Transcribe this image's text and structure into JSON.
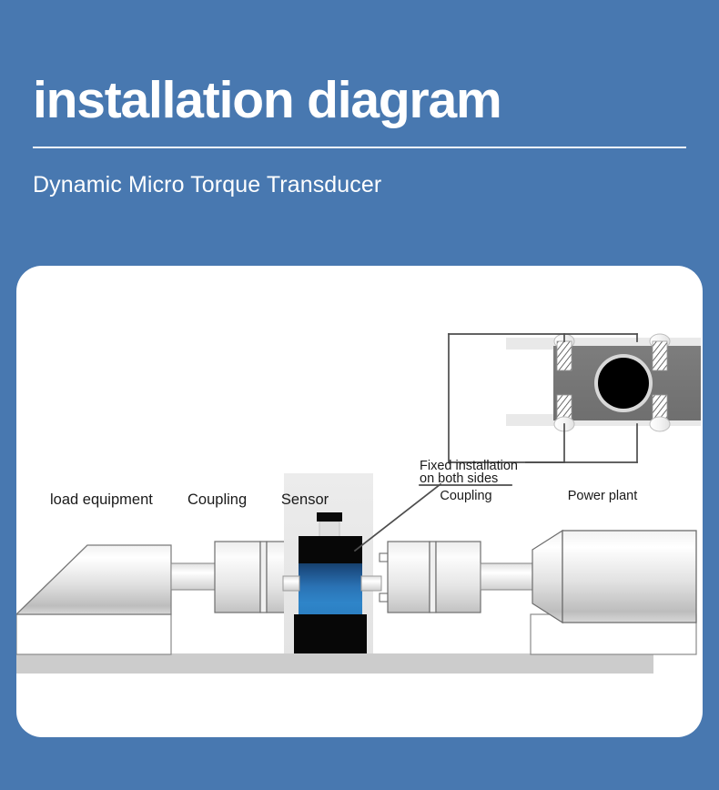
{
  "header": {
    "title": "installation diagram",
    "subtitle": "Dynamic Micro Torque Transducer"
  },
  "colors": {
    "background": "#4878b0",
    "card": "#ffffff",
    "title_text": "#ffffff",
    "label_text": "#1a1a1a",
    "ground_bar": "#cccccc",
    "metal_light": "#fdfdfd",
    "metal_mid": "#c9c9c9",
    "metal_edge": "#6e6e6e",
    "sensor_black": "#050505",
    "sensor_blue_top": "#1b4775",
    "sensor_blue_mid": "#2f7cc0",
    "sensor_blue_bottom": "#2e88cf",
    "detail_plate": "#767676",
    "detail_rail": "#e9e9e9",
    "detail_bore": "#000000",
    "leader_line": "#4d4d4d"
  },
  "diagram": {
    "labels": {
      "load_equipment": "load equipment",
      "coupling_left": "Coupling",
      "sensor": "Sensor",
      "fixed_installation_line1": "Fixed installation",
      "fixed_installation_line2": "on both sides",
      "coupling_right": "Coupling",
      "power_plant": "Power plant"
    },
    "components": [
      {
        "name": "load-equipment",
        "shape": "trapezoid-on-base"
      },
      {
        "name": "coupling-left",
        "shape": "split-block"
      },
      {
        "name": "sensor",
        "shape": "black-block-blue-cylinder"
      },
      {
        "name": "coupling-right",
        "shape": "split-block"
      },
      {
        "name": "power-plant-motor",
        "shape": "tapered-body-on-base"
      },
      {
        "name": "ground-bar",
        "shape": "horizontal-bar"
      }
    ],
    "detail_view": {
      "name": "mounting-detail",
      "plate": "dark-gray-mounting-plate",
      "bore": "black-circular-bore",
      "rails": 2,
      "screws": 4,
      "screw_style": "oval-head-hatched-thread"
    }
  }
}
